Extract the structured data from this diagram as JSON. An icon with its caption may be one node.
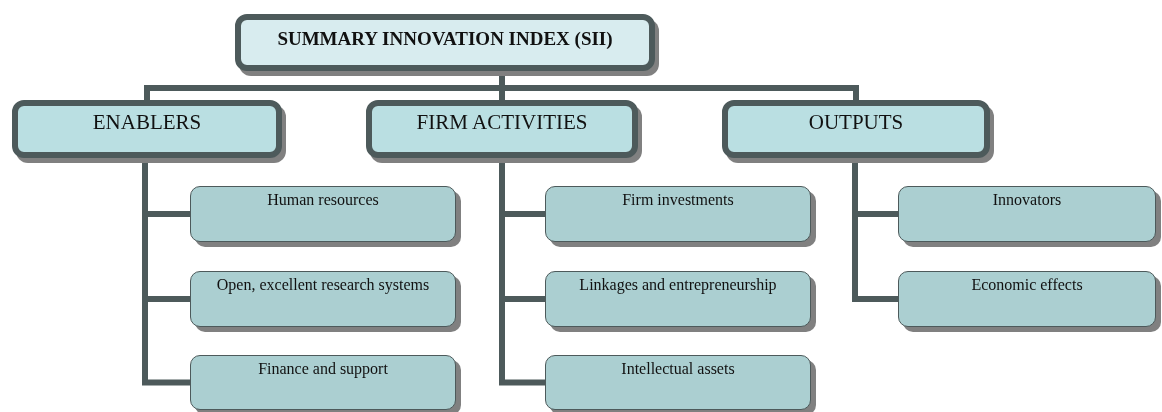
{
  "diagram": {
    "nodes": [
      {
        "text": [
          "SUMMARY INNOVATION INDEX (SII)"
        ]
      },
      {
        "text": [
          "ENABLERS"
        ]
      },
      {
        "text": [
          "FIRM ACTIVITIES"
        ]
      },
      {
        "text": [
          "OUTPUTS"
        ]
      },
      {
        "text": [
          "Human resources"
        ]
      },
      {
        "text": [
          "Open, excellent research systems"
        ]
      },
      {
        "text": [
          "Finance and support"
        ]
      },
      {
        "text": [
          "Firm investments"
        ]
      },
      {
        "text": [
          "Linkages and entrepreneurship"
        ]
      },
      {
        "text": [
          "Intellectual assets"
        ]
      },
      {
        "text": [
          "Innovators"
        ]
      },
      {
        "text": [
          "Economic effects"
        ]
      }
    ],
    "edges": [
      {
        "from": 0,
        "to": 1,
        "arrow": "none"
      },
      {
        "from": 0,
        "to": 2,
        "arrow": "none"
      },
      {
        "from": 0,
        "to": 3,
        "arrow": "none"
      },
      {
        "from": 1,
        "to": 4,
        "arrow": "none"
      },
      {
        "from": 1,
        "to": 5,
        "arrow": "none"
      },
      {
        "from": 1,
        "to": 6,
        "arrow": "none"
      },
      {
        "from": 2,
        "to": 7,
        "arrow": "none"
      },
      {
        "from": 2,
        "to": 8,
        "arrow": "none"
      },
      {
        "from": 2,
        "to": 9,
        "arrow": "none"
      },
      {
        "from": 3,
        "to": 10,
        "arrow": "none"
      },
      {
        "from": 3,
        "to": 11,
        "arrow": "none"
      }
    ]
  }
}
